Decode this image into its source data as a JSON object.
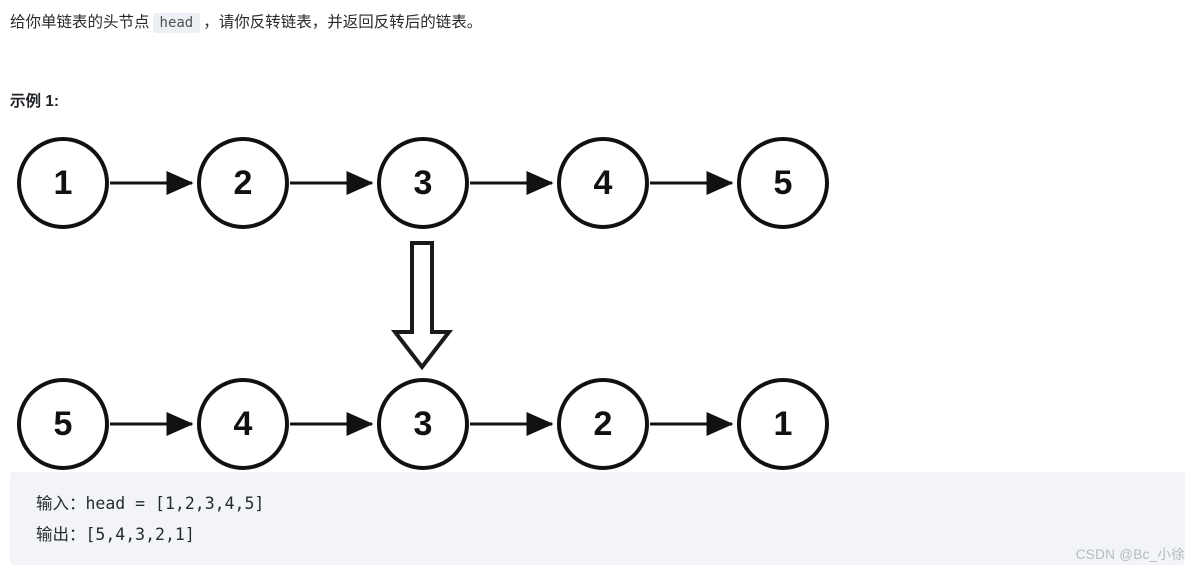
{
  "problem": {
    "text_before": "给你单链表的头节点",
    "inline_code": "head",
    "text_after": "，请你反转链表，并返回反转后的链表。"
  },
  "example_heading": "示例 1:",
  "diagram": {
    "type": "linked-list-reversal",
    "before": {
      "label": "original-list",
      "nodes": [
        "1",
        "2",
        "3",
        "4",
        "5"
      ]
    },
    "transform_arrow": "down-block-arrow",
    "after": {
      "label": "reversed-list",
      "nodes": [
        "5",
        "4",
        "3",
        "2",
        "1"
      ]
    },
    "colors": {
      "stroke": "#111111",
      "fill": "#ffffff"
    }
  },
  "io": {
    "input_line": "输入：head = [1,2,3,4,5]",
    "output_line": "输出：[5,4,3,2,1]"
  },
  "watermark": "CSDN @Bc_小徐"
}
